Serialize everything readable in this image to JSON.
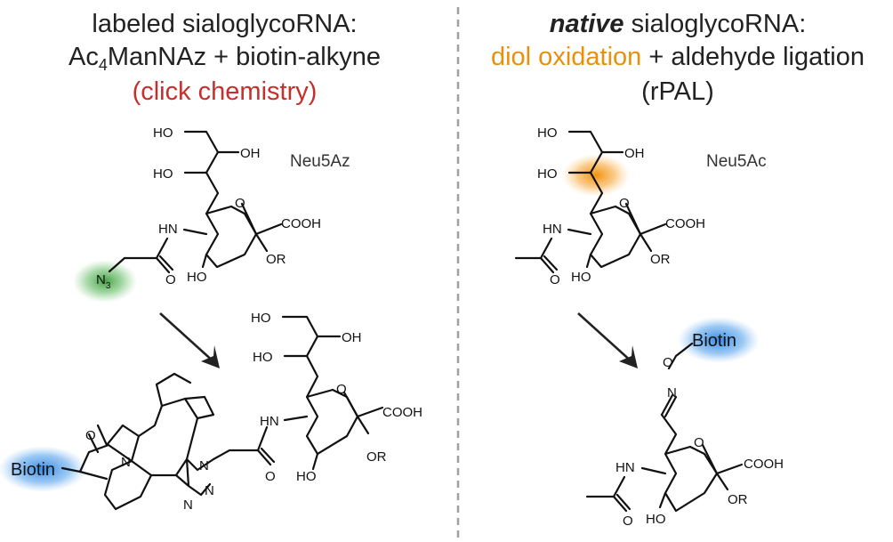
{
  "left_panel": {
    "title_line1": "labeled sialoglycoRNA:",
    "title_line2_prefix": "Ac",
    "title_line2_sub": "4",
    "title_line2_suffix": "ManNAz + biotin-alkyne",
    "title_line3": "(click chemistry)",
    "sugar_name": "Neu5Az",
    "azide_label": "N",
    "azide_sub": "3",
    "product_biotin": "Biotin"
  },
  "right_panel": {
    "title_line1_emph": "native",
    "title_line1_rest": " sialoglycoRNA:",
    "title_line2_highlight": "diol oxidation",
    "title_line2_rest": " + aldehyde ligation",
    "title_line3": "(rPAL)",
    "sugar_name": "Neu5Ac",
    "product_biotin": "Biotin"
  },
  "atoms": {
    "ho": "HO",
    "oh": "OH",
    "hn": "HN",
    "o": "O",
    "cooh": "COOH",
    "or": "OR",
    "n": "N"
  },
  "colors": {
    "click_red": "#c4302b",
    "oxidation_orange": "#e8900c",
    "azide_green": "#3a9a3a",
    "biotin_blue": "#3d8fe0",
    "divider": "#a0a0a0"
  }
}
